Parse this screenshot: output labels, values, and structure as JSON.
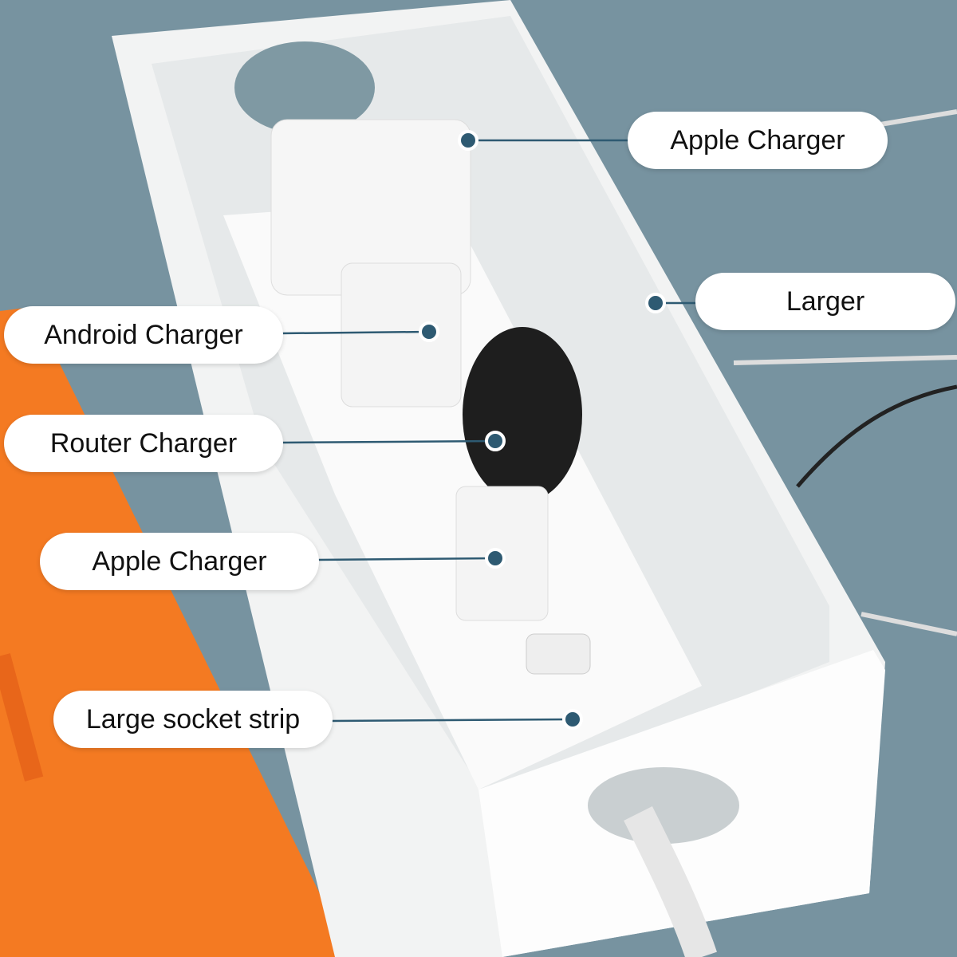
{
  "labels": {
    "apple_charger_top": "Apple Charger",
    "larger": "Larger",
    "android_charger": "Android Charger",
    "router_charger": "Router Charger",
    "apple_charger_bottom": "Apple Charger",
    "large_socket_strip": "Large socket strip"
  },
  "colors": {
    "background": "#7793a0",
    "orange_surface": "#f47a22",
    "leader_line": "#2e5a72"
  }
}
